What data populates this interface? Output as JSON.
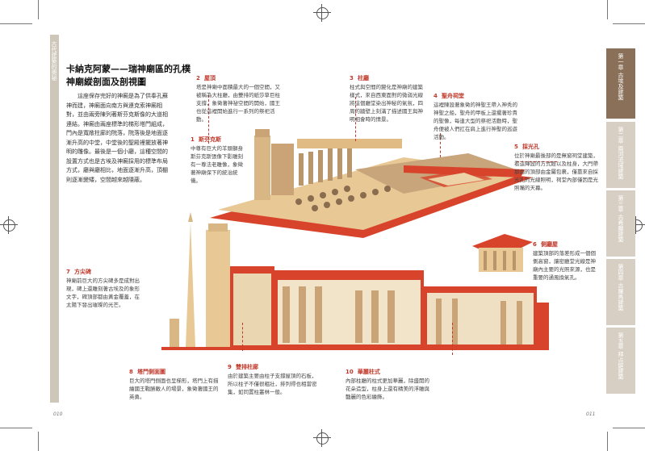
{
  "left_strip_text": "古代建築的奧祕",
  "heading": {
    "line1": "卡納克阿蒙——瑞神廟區的孔樸",
    "line2": "神廟縱剖面及剖視圖"
  },
  "intro": "這座保存完好的神廟是為了供奉孔蘇神而建，神廟面向南方與連克索神廟相對，並由兩旁陳列著斯芬克斯像的大道相連結。神廟由兩座標準的梯形塔門組成，門內是寬敞柱廊的院落，院落後是地面逐漸升高的中堂，中堂後的聖殿裡擺放著神明的雕像。最後是一個小廳，這種空間的設置方式也是古埃及神廟採用的標準布局方式，廳與廳相比，地面逐漸升高，頂棚則逐漸變矮，空間越來越隱蔽。",
  "callouts": [
    {
      "num": "1",
      "title": "斯芬克斯",
      "text": "中尊有巨大的羊頭獅身斯芬克斯張像下影雕刻有一尊法老雕像，象徵著神廟保下的統治統儀。"
    },
    {
      "num": "2",
      "title": "屋頂",
      "text": "塔是神廟中面積最大的一個空間，又被稱為大柱廳，由雙排的紙莎草巨柱支撐，象徵著神祕空間的開始，國王也從這裡開始進行一系列的祭祀活動。"
    },
    {
      "num": "3",
      "title": "柱廳",
      "text": "柱式與空間的變化是神廟的建築樣式，來自西東面對的微弱光線將這個廳堂染出神秘的氣氛，四周的牆壁上刻滿了描述國王與神明相會時的情景。"
    },
    {
      "num": "4",
      "title": "聖舟祠堂",
      "text": "這裡陳設著象徵的神聖王帶入神秀的神聖之船，聖舟的甲板上還擺著珍貴的聖像，每逢大型的祭祀活動時，聖舟便被人們扛在肩上進行神聖的巡遊活動。"
    },
    {
      "num": "5",
      "title": "採光孔",
      "text": "位於神廟最後部的是無窗祠堂建築，看這陣設的方式經以及柱身，大門帶那由的頂部由金屬包裹，僅靠來自採光孔的光線照明，祠堂內部僅因是光照嘴的天幕。"
    },
    {
      "num": "6",
      "title": "側廳屋",
      "text": "建築頂部的落差形成一個個側高窗，讓密廳堂光線是神廟內主要的光照來源，也是重要的通風換氣孔。"
    },
    {
      "num": "7",
      "title": "方尖碑",
      "text": "神廟前巨大的方尖碑多是成對出現，碑上還雕刻著古埃及的象形文字，碑頂部都由黃金覆蓋，在太陽下發出璀璨的光芒。"
    },
    {
      "num": "8",
      "title": "塔門側面圖",
      "text": "巨大的塔門側面也呈梯形，塔門上有描繪國王戰勝敵人的場景，象徵著國王的英勇。"
    },
    {
      "num": "9",
      "title": "雙排柱廊",
      "text": "由於建築主要由柱子支撐屋頂的石板，所以柱子不僅很粗壯，排列得也相當密集，如同置柱叢林一般。"
    },
    {
      "num": "10",
      "title": "華麗柱式",
      "text": "內部柱廳的柱式更加華麗，除盛開的花朵造型，柱身上還有精美的浮雕與豔麗的色彩繪飾。"
    }
  ],
  "tabs": [
    "第一章 古埃及建築",
    "第二章 兩河流域建築",
    "第三章 古希臘建築",
    "第四章 古羅馬建築",
    "第五章 拜占庭建築"
  ],
  "page_left": "010",
  "page_right": "011",
  "colors": {
    "accent": "#c0392b",
    "tab_active": "#8a7058",
    "tab_inactive": "#d7cfc3",
    "stone": "#e6c99a",
    "section_red": "#d8432c"
  }
}
